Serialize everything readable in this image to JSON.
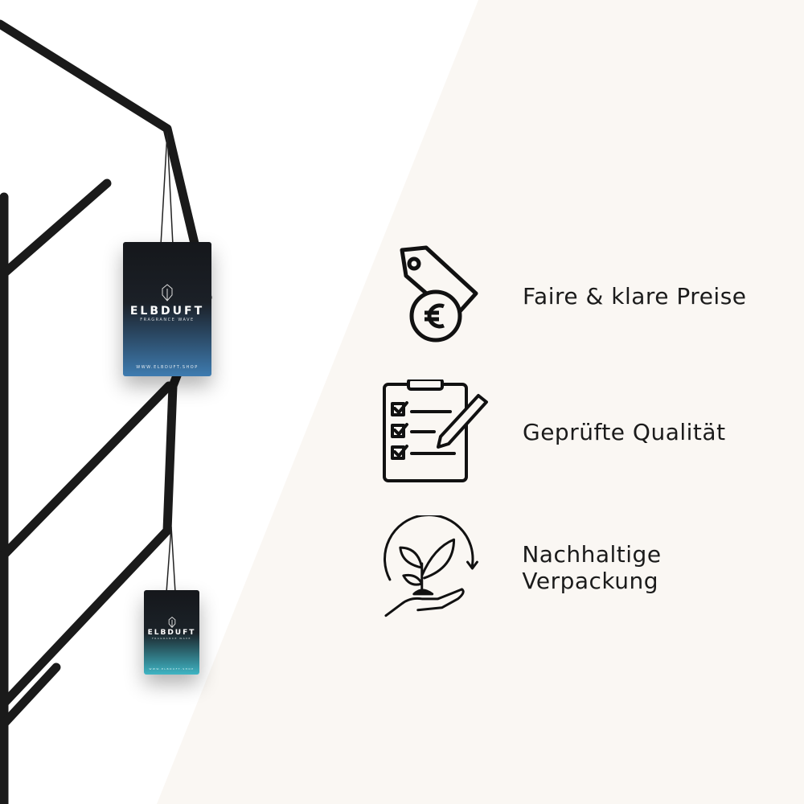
{
  "colors": {
    "background_right": "#faf7f3",
    "branch": "#1a1a1a",
    "tag_top": "#15171b",
    "tag_bottom_big": "#3e7bb0",
    "tag_bottom_small": "#3fb5c4"
  },
  "tags": [
    {
      "brand": "ELBDUFT",
      "subtitle": "FRAGRANCE WAVE",
      "url": "WWW.ELBDUFT.SHOP"
    },
    {
      "brand": "ELBDUFT",
      "subtitle": "FRAGRANCE WAVE",
      "url": "WWW.ELBDUFT.SHOP"
    }
  ],
  "features": [
    {
      "icon": "price-tag-euro-icon",
      "label": "Faire & klare Preise"
    },
    {
      "icon": "clipboard-checklist-icon",
      "label": "Geprüfte Qualität"
    },
    {
      "icon": "plant-in-hand-icon",
      "label": "Nachhaltige Verpackung"
    }
  ]
}
